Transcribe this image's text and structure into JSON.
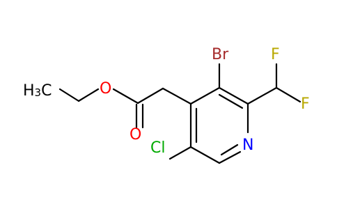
{
  "molecule": {
    "atoms": {
      "br": {
        "label": "Br",
        "color": "#a52a2a"
      },
      "f1": {
        "label": "F",
        "color": "#b8a800"
      },
      "f2": {
        "label": "F",
        "color": "#b8a800"
      },
      "o_ester": {
        "label": "O",
        "color": "#ff0000"
      },
      "o_carbonyl": {
        "label": "O",
        "color": "#ff0000"
      },
      "n": {
        "label": "N",
        "color": "#0000ff"
      },
      "cl": {
        "label": "Cl",
        "color": "#00aa00"
      },
      "ch3": {
        "label": "H",
        "subscript": "3",
        "tail": "C",
        "color": "#000000"
      }
    }
  }
}
